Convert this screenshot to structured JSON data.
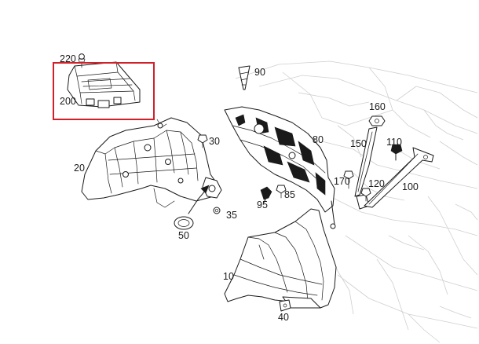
{
  "diagram": {
    "highlight_color": "#d0202a",
    "line_color": "#1a1a1a",
    "background_line_color": "#cfcfcf",
    "callouts": {
      "c220": "220",
      "c200": "200",
      "c90": "90",
      "c160": "160",
      "c30": "30",
      "c80": "80",
      "c150": "150",
      "c110": "110",
      "c20": "20",
      "c170": "170",
      "c120": "120",
      "c100": "100",
      "c85": "85",
      "c95": "95",
      "c35": "35",
      "c50": "50",
      "c10": "10",
      "c40": "40"
    }
  }
}
